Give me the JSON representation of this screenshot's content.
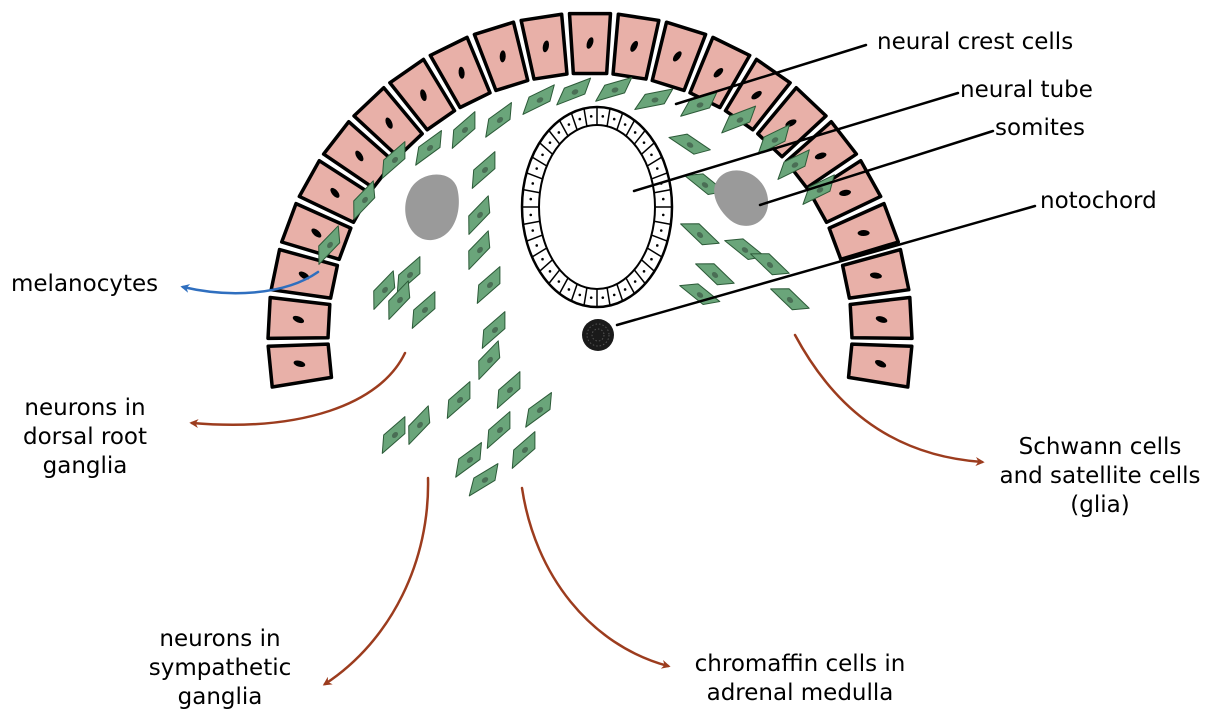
{
  "labels": {
    "neural_crest_cells": "neural crest cells",
    "neural_tube": "neural tube",
    "somites": "somites",
    "notochord": "notochord",
    "melanocytes": "melanocytes",
    "drg_1": "neurons in",
    "drg_2": "dorsal root",
    "drg_3": "ganglia",
    "schwann_1": "Schwann cells",
    "schwann_2": "and satellite cells",
    "schwann_3": "(glia)",
    "symp_1": "neurons in",
    "symp_2": "sympathetic",
    "symp_3": "ganglia",
    "chrom_1": "chromaffin cells in",
    "chrom_2": "adrenal medulla"
  },
  "colors": {
    "ectoderm_fill": "#e8b0a8",
    "crest_fill": "#6aa57a",
    "crest_stroke": "#2c5a38",
    "somite_fill": "#9a9a9a",
    "outline": "#000000",
    "fate_arrow": "#9c3c1e",
    "melanocyte_arrow": "#2f6fbf"
  }
}
